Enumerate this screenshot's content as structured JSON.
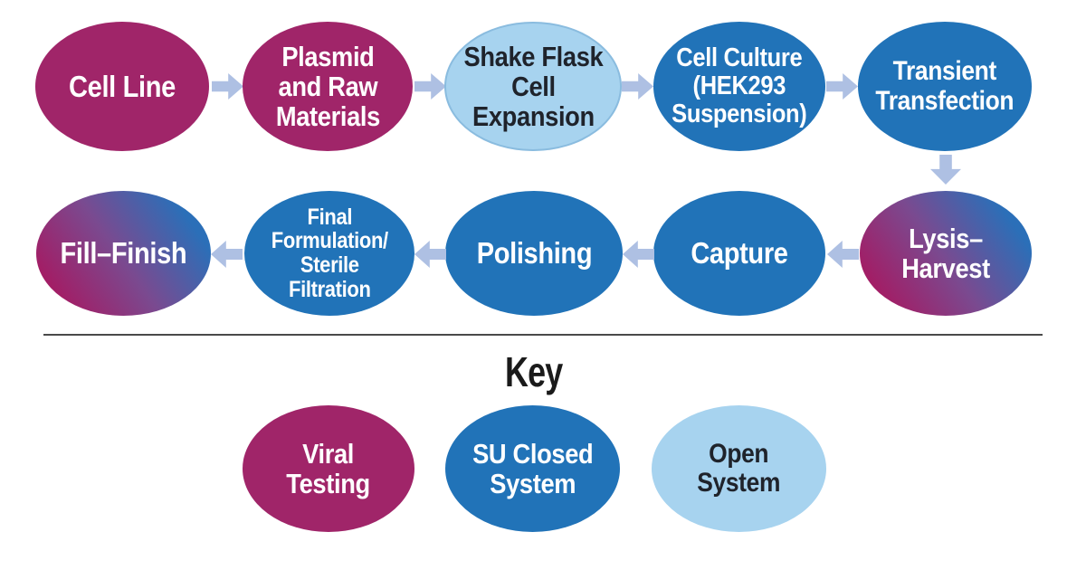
{
  "flow": {
    "row1": [
      {
        "label": "Cell Line",
        "type": "viral-testing"
      },
      {
        "label": "Plasmid\nand Raw\nMaterials",
        "type": "viral-testing"
      },
      {
        "label": "Shake Flask\nCell\nExpansion",
        "type": "open-system"
      },
      {
        "label": "Cell Culture\n(HEK293\nSuspension)",
        "type": "su-closed-system"
      },
      {
        "label": "Transient\nTransfection",
        "type": "su-closed-system"
      }
    ],
    "row2": [
      {
        "label": "Fill–Finish",
        "type": "viral-testing-to-su-closed-gradient"
      },
      {
        "label": "Final\nFormulation/\nSterile\nFiltration",
        "type": "su-closed-system"
      },
      {
        "label": "Polishing",
        "type": "su-closed-system"
      },
      {
        "label": "Capture",
        "type": "su-closed-system"
      },
      {
        "label": "Lysis–Harvest",
        "type": "viral-testing-to-su-closed-gradient"
      }
    ]
  },
  "key": {
    "title": "Key",
    "items": [
      {
        "label": "Viral\nTesting",
        "type": "viral-testing"
      },
      {
        "label": "SU Closed\nSystem",
        "type": "su-closed-system"
      },
      {
        "label": "Open\nSystem",
        "type": "open-system"
      }
    ]
  },
  "colors": {
    "viral_testing": "#A02569",
    "su_closed_system": "#2173B8",
    "open_system": "#A7D3EF",
    "arrow": "#AEC0E3",
    "gradient_start": "#A21E66",
    "gradient_end": "#2B6FB8",
    "dark_text": "#1F232B",
    "divider": "#4A4A4A",
    "page_bg": "#FFFFFF"
  }
}
